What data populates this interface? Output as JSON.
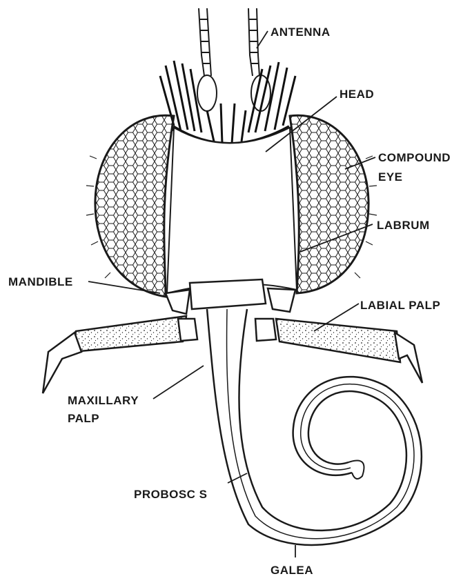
{
  "labels": {
    "antenna": "ANTENNA",
    "head": "HEAD",
    "compound_eye_line1": "COMPOUND",
    "compound_eye_line2": "EYE",
    "labrum": "LABRUM",
    "mandible": "MANDIBLE",
    "labial_palp": "LABIAL PALP",
    "maxillary_palp_line1": "MAXILLARY",
    "maxillary_palp_line2": "PALP",
    "proboscis": "PROBOSC S",
    "galea": "GALEA"
  },
  "colors": {
    "ink": "#1a1a1a",
    "paper": "#ffffff"
  }
}
